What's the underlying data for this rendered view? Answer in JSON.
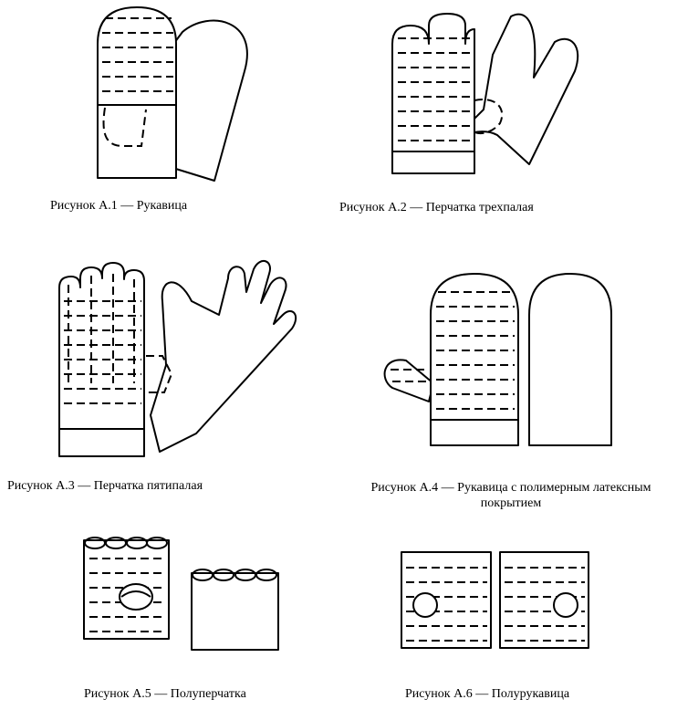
{
  "figures": [
    {
      "caption": "Рисунок А.1 — Рукавица"
    },
    {
      "caption": "Рисунок А.2 — Перчатка трехпалая"
    },
    {
      "caption": "Рисунок А.3 — Перчатка пятипалая"
    },
    {
      "caption_line1": "Рисунок А.4 — Рукавица с полимерным латексным",
      "caption_line2": "покрытием"
    },
    {
      "caption": "Рисунок А.5 — Полуперчатка"
    },
    {
      "caption": "Рисунок А.6 — Полурукавица"
    }
  ]
}
